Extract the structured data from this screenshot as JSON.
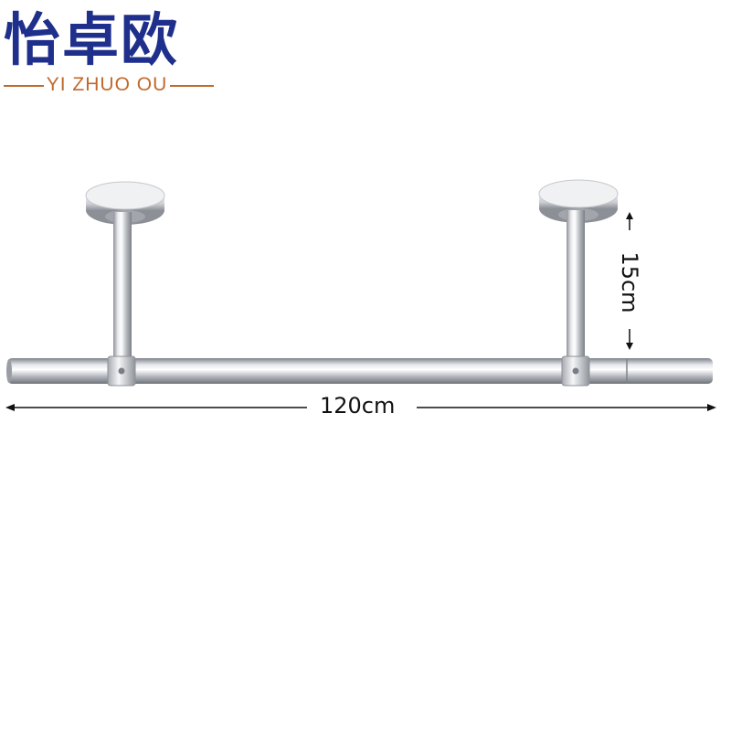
{
  "brand": {
    "name_cn": "怡卓欧",
    "name_en": "YI ZHUO OU",
    "colors": {
      "name_cn": "#1f2f8c",
      "name_en": "#c0692a",
      "rule": "#c0692a"
    }
  },
  "dimensions": {
    "width_label": "120cm",
    "height_label": "15cm"
  }
}
